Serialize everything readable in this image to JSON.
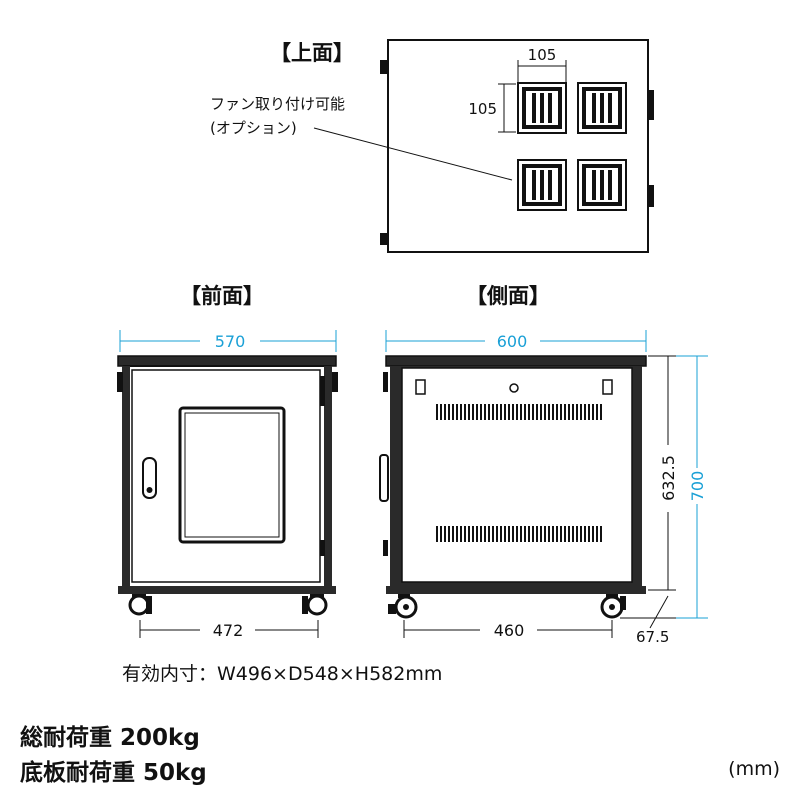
{
  "views": {
    "top": {
      "heading": "【上面】",
      "fan_note_line1": "ファン取り付け可能",
      "fan_note_line2": "(オプション)",
      "dim_fan_width": "105",
      "dim_fan_height": "105"
    },
    "front": {
      "heading": "【前面】",
      "dim_width": "570",
      "dim_caster_span": "472"
    },
    "side": {
      "heading": "【側面】",
      "dim_depth": "600",
      "dim_caster_span": "460",
      "dim_body_height": "632.5",
      "dim_total_height": "700",
      "dim_caster_height": "67.5"
    }
  },
  "specs": {
    "inner_dimensions": "有効内寸：W496×D548×H582mm",
    "total_load": "総耐荷重 200kg",
    "floor_load": "底板耐荷重 50kg",
    "unit": "(mm)"
  },
  "colors": {
    "line": "#111111",
    "dimension_line": "#1aa0d6",
    "cabinet_body": "#2a2a2a",
    "cabinet_fill": "#ffffff"
  }
}
